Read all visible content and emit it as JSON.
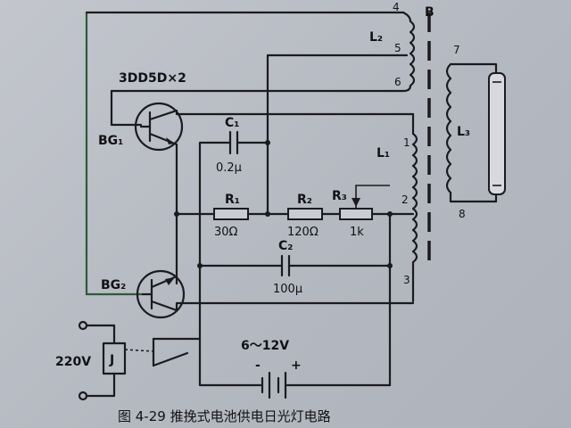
{
  "labels": {
    "L2": "L₂",
    "B": "B",
    "L1": "L₁",
    "L3": "L₃",
    "transistor_type": "3DD5D×2",
    "BG1": "BG₁",
    "BG2": "BG₂",
    "C1": "C₁",
    "C1_val": "0.2μ",
    "R1": "R₁",
    "R1_val": "30Ω",
    "R2": "R₂",
    "R2_val": "120Ω",
    "R3": "R₃",
    "R3_val": "1k",
    "C2": "C₂",
    "C2_val": "100μ",
    "voltage_range": "6～12V",
    "mains": "220V",
    "relay": "J",
    "minus": "-",
    "plus": "+"
  },
  "pins": {
    "p1": "1",
    "p2": "2",
    "p3": "3",
    "p4": "4",
    "p5": "5",
    "p6": "6",
    "p7": "7",
    "p8": "8"
  },
  "caption": "图 4-29   推挽式电池供电日光灯电路"
}
